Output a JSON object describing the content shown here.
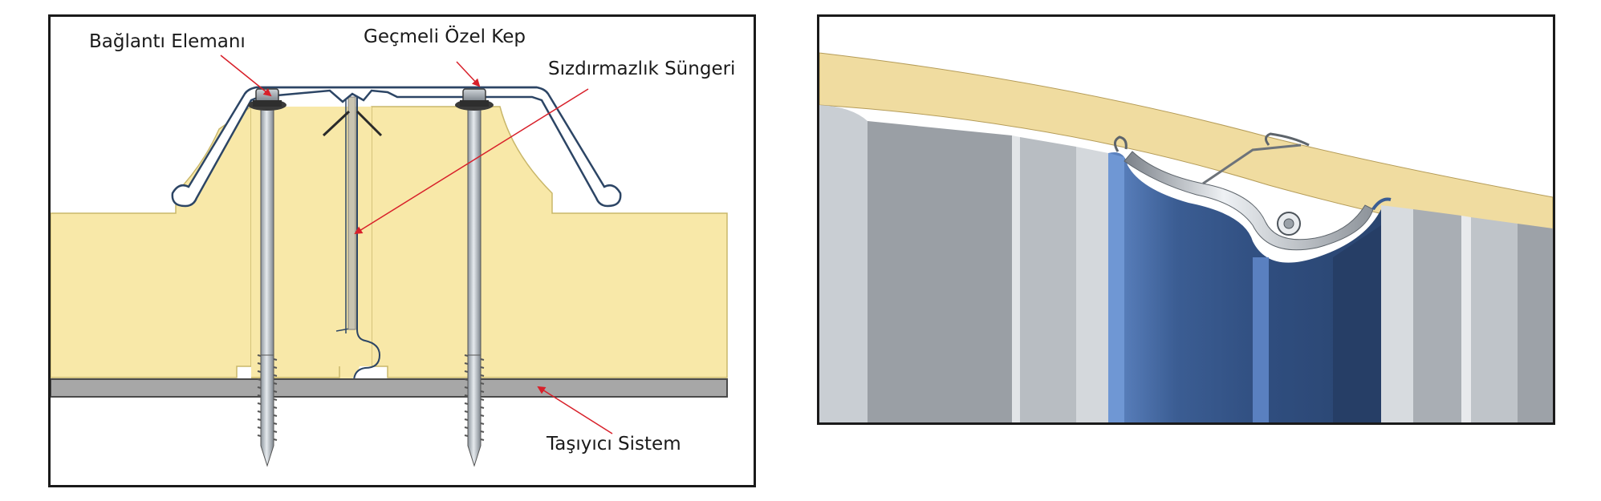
{
  "left_diagram": {
    "labels": {
      "fastener": "Bağlantı Elemanı",
      "cap": "Geçmeli Özel Kep",
      "sealing_foam": "Sızdırmazlık Süngeri",
      "support_system": "Taşıyıcı Sistem"
    }
  },
  "colors": {
    "foam": "#f8e8a8",
    "foam_edge": "#c9b76a",
    "cap_stroke": "#2c4565",
    "screw": "#b8bfc6",
    "purlin": "#a7a7a7",
    "arrow": "#d8202a",
    "panel_blue": "#3c5b8e",
    "panel_grey": "#b4b9be",
    "sand": "#f0dca0"
  }
}
